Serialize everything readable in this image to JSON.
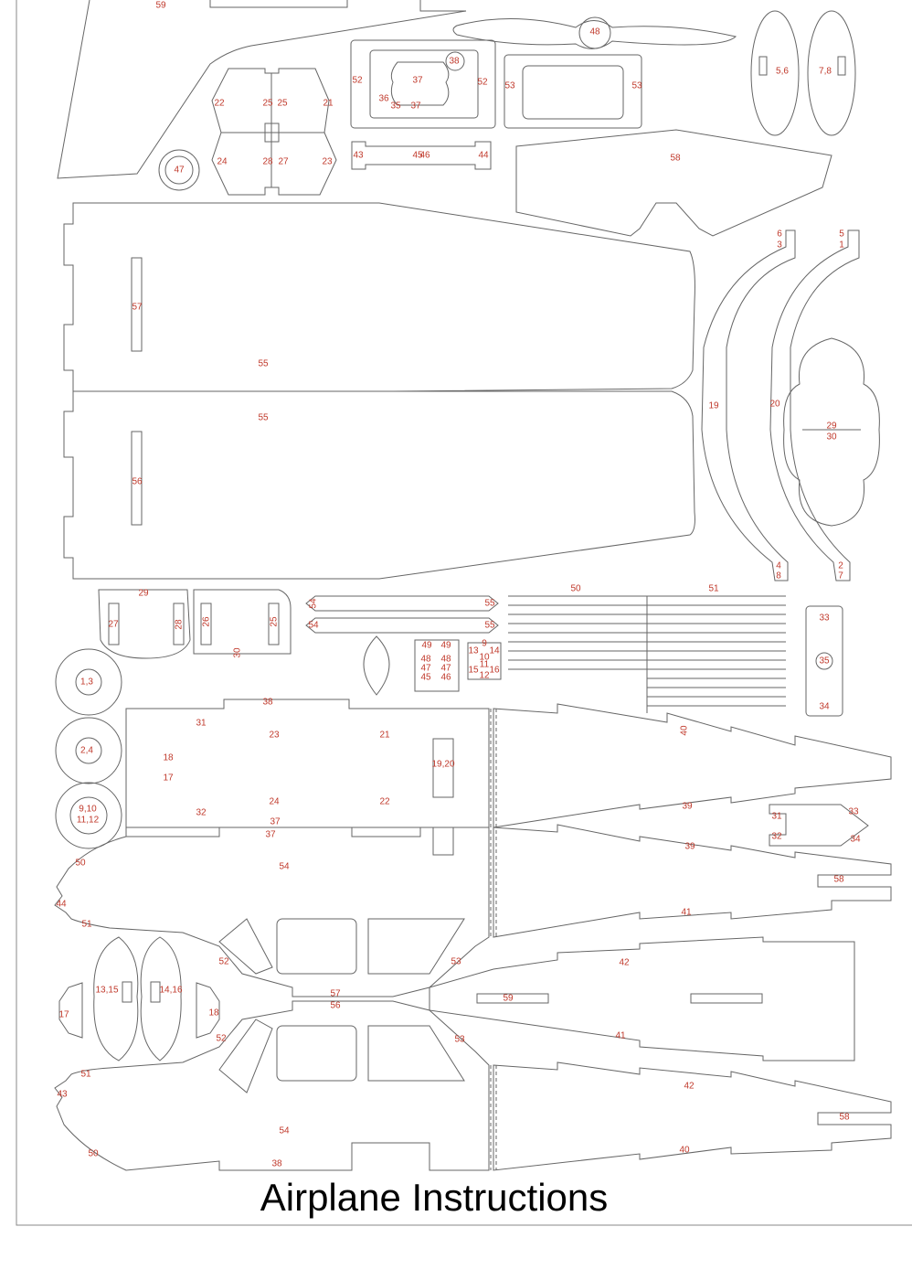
{
  "title": "Airplane Instructions",
  "colors": {
    "cut_line": "#666666",
    "part_label": "#c0392b",
    "title": "#000000",
    "background": "#ffffff"
  },
  "part_labels": [
    "59",
    "48",
    "5,6",
    "7,8",
    "22",
    "25",
    "25",
    "21",
    "52",
    "38",
    "37",
    "36",
    "35",
    "37",
    "52",
    "53",
    "53",
    "47",
    "24",
    "28",
    "27",
    "23",
    "43",
    "45",
    "46",
    "44",
    "58",
    "6",
    "3",
    "5",
    "1",
    "57",
    "55",
    "19",
    "20",
    "29",
    "30",
    "55",
    "56",
    "4",
    "8",
    "2",
    "7",
    "29",
    "27",
    "28",
    "26",
    "25",
    "30",
    "54",
    "55",
    "54",
    "55",
    "50",
    "51",
    "33",
    "35",
    "34",
    "49",
    "49",
    "48",
    "47",
    "45",
    "48",
    "47",
    "46",
    "9",
    "13",
    "14",
    "10",
    "11",
    "15",
    "12",
    "16",
    "1,3",
    "2,4",
    "9,10",
    "11,12",
    "38",
    "31",
    "23",
    "21",
    "18",
    "17",
    "19,20",
    "32",
    "24",
    "22",
    "37",
    "37",
    "40",
    "39",
    "39",
    "31",
    "32",
    "33",
    "34",
    "58",
    "50",
    "44",
    "51",
    "54",
    "52",
    "53",
    "41",
    "57",
    "56",
    "42",
    "13,15",
    "14,16",
    "17",
    "18",
    "59",
    "52",
    "53",
    "41",
    "51",
    "43",
    "42",
    "54",
    "50",
    "38",
    "40",
    "58"
  ]
}
